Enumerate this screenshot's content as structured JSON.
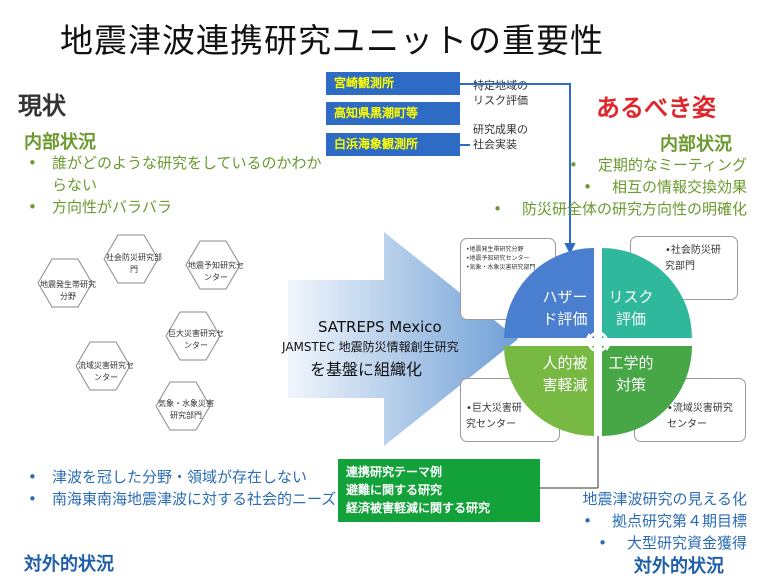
{
  "title": "地震津波連携研究ユニットの重要性",
  "current": {
    "heading": "現状",
    "internal_heading": "内部状況",
    "internal_items": [
      "誰がどのような研究をしているのかわからない",
      "方向性がバラバラ"
    ],
    "hexagons": [
      "地震発生帯研究分野",
      "社会防災研究部門",
      "地震予知研究センター",
      "巨大災害研究センター",
      "流域災害研究センター",
      "気象・水象災害研究部門"
    ],
    "external_items": [
      "津波を冠した分野・領域が存在しない",
      "南海東南海地震津波に対する社会的ニーズ"
    ],
    "external_heading": "対外的状況"
  },
  "blue_boxes": [
    "宮崎観測所",
    "高知県黒潮町等",
    "白浜海象観測所"
  ],
  "notes": {
    "specific": [
      "特定地域の",
      "リスク評価"
    ],
    "implementation": [
      "研究成果の",
      "社会実装"
    ]
  },
  "arrow": {
    "line1": "SATREPS Mexico",
    "line2": "JAMSTEC 地震防災情報創生研究",
    "line3": "を基盤に組織化"
  },
  "ideal": {
    "heading": "あるべき姿",
    "internal_heading": "内部状況",
    "internal_items": [
      "定期的なミーティング",
      "相互の情報交換効果",
      "防災研全体の研究方向性の明確化"
    ],
    "external_items": [
      "地震津波研究の見える化",
      "拠点研究第４期目標",
      "大型研究資金獲得"
    ],
    "external_heading": "対外的状況"
  },
  "quadrants": {
    "hazard": [
      "ハザー",
      "ド評価"
    ],
    "risk": [
      "リスク",
      "評価"
    ],
    "human": [
      "人的被",
      "害軽減"
    ],
    "engineering": [
      "工学的",
      "対策"
    ]
  },
  "side_boxes": {
    "topleft": [
      "•地震発生帯研究分野",
      "•地震予知研究センター",
      "•気象・水象災害研究部門"
    ],
    "topright": [
      "•社会防災研",
      "究部門"
    ],
    "bottomleft": [
      "•巨大災害研",
      "究センター"
    ],
    "bottomright": [
      "•流域災害研究",
      "センター"
    ]
  },
  "green_box": [
    "連携研究テーマ例",
    "避難に関する研究",
    "経済被害軽減に関する研究"
  ],
  "colors": {
    "hazard_blue": "#4a7fcf",
    "risk_teal": "#2fb89c",
    "human_green": "#78b943",
    "engineering_green": "#47a646",
    "headline_red": "#e0262b",
    "green_box": "#13a23a",
    "blue_box": "#2e6bc4"
  }
}
